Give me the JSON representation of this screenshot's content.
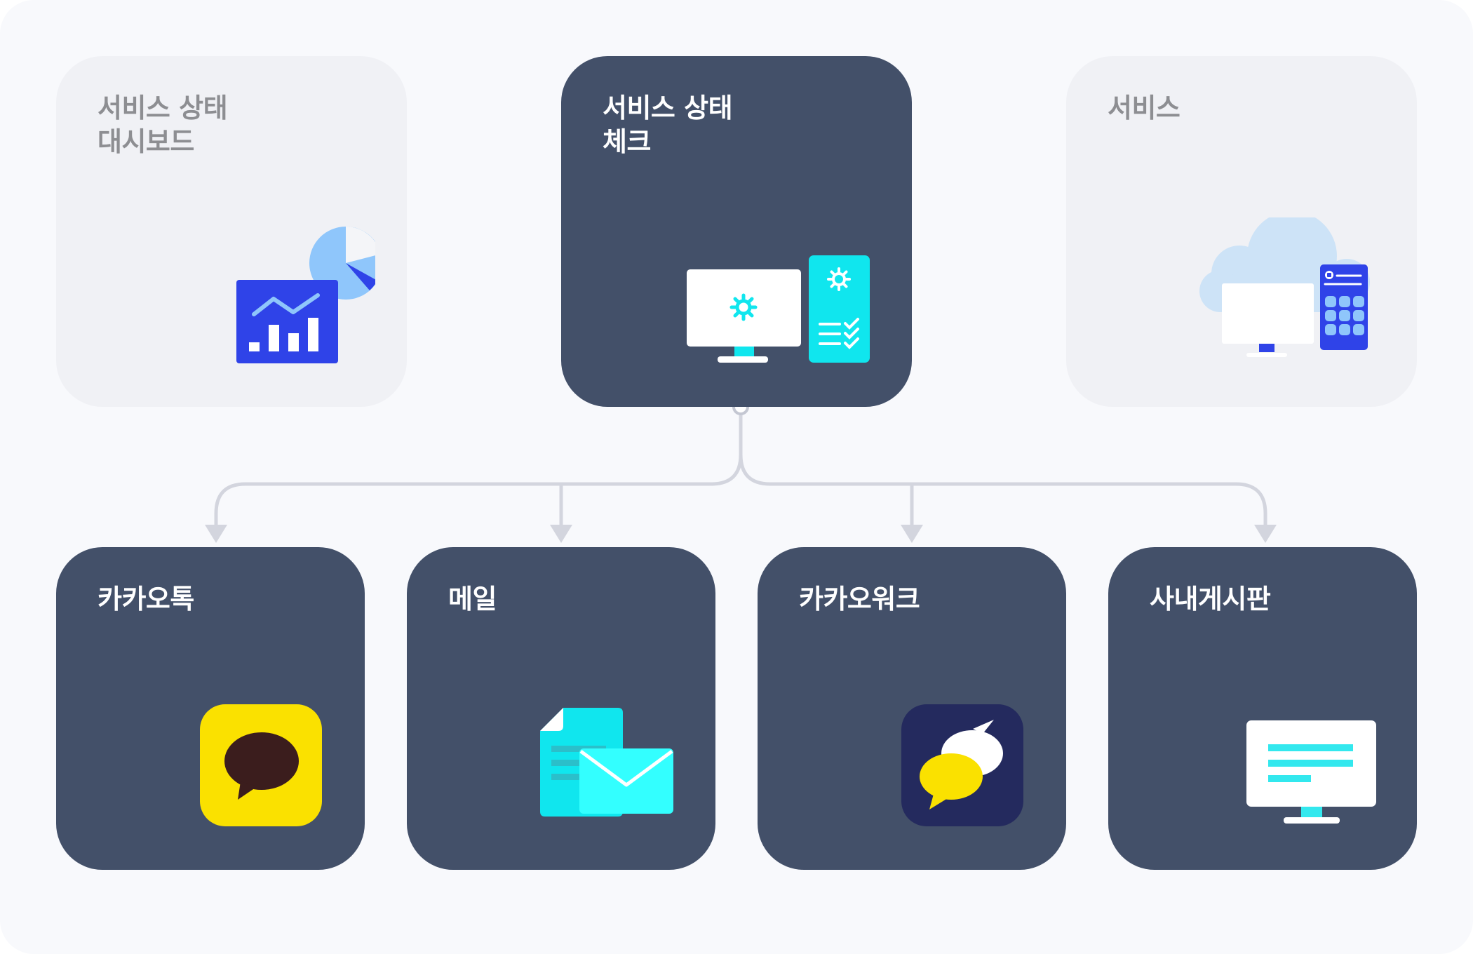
{
  "top_row": {
    "dashboard": {
      "title": "서비스 상태\n대시보드"
    },
    "check": {
      "title": "서비스 상태\n체크"
    },
    "service": {
      "title": "서비스"
    }
  },
  "bottom_row": [
    {
      "title": "카카오톡",
      "icon": "kakaotalk-icon"
    },
    {
      "title": "메일",
      "icon": "mail-icon"
    },
    {
      "title": "카카오워크",
      "icon": "kakaowork-icon"
    },
    {
      "title": "사내게시판",
      "icon": "bulletin-board-icon"
    }
  ],
  "colors": {
    "dark_card": "#435069",
    "light_card": "#f0f1f5",
    "accent_blue": "#2f43e8",
    "accent_cyan": "#10e6ee",
    "kakao_yellow": "#fae100",
    "connector": "#d3d5de"
  }
}
